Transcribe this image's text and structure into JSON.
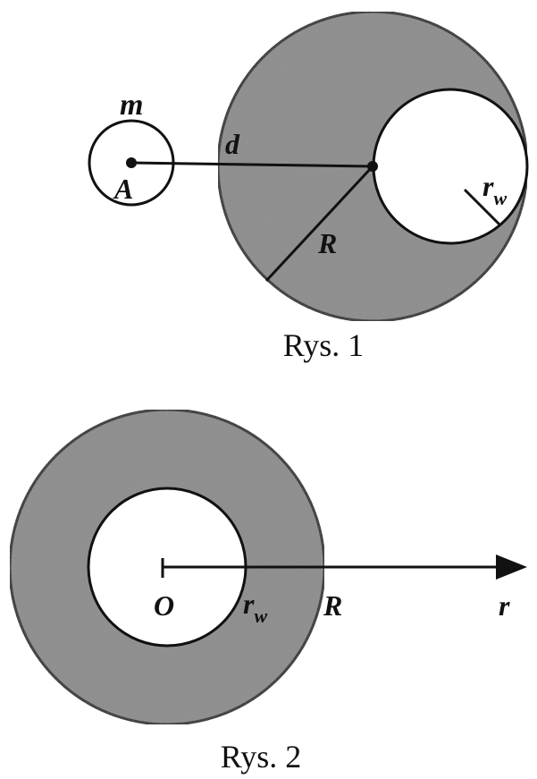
{
  "figure1": {
    "caption": "Rys. 1",
    "mass_label": "m",
    "point_label": "A",
    "distance_label": "d",
    "radius_label": "R",
    "cavity_radius_label": "r",
    "cavity_radius_subscript": "w"
  },
  "figure2": {
    "caption": "Rys. 2",
    "center_label": "O",
    "inner_radius_label": "r",
    "inner_radius_subscript": "w",
    "outer_radius_label": "R",
    "axis_label": "r"
  },
  "colors": {
    "shading": "#8c8c8c",
    "ink": "#111111",
    "background": "#ffffff"
  }
}
